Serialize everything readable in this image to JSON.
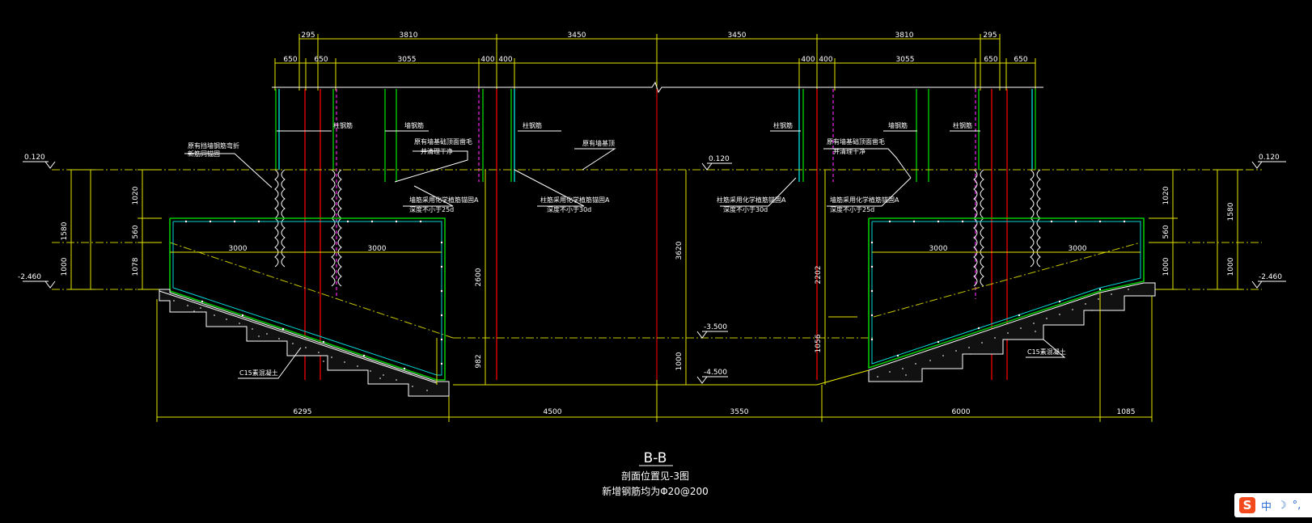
{
  "colors": {
    "yellow": "#e6e600",
    "green": "#00c800",
    "cyan": "#00d7d7",
    "red": "#e00000",
    "magenta": "#d020d0",
    "white": "#ffffff",
    "chain": "#c8c800"
  },
  "top_dims_row1": [
    "295",
    "3810",
    "3450",
    "3450",
    "3810",
    "295"
  ],
  "top_dims_row2": [
    "650",
    "650",
    "3055",
    "400",
    "400",
    "400",
    "400",
    "3055",
    "650",
    "650"
  ],
  "bottom_dims": [
    "6295",
    "4500",
    "3550",
    "6000",
    "1085"
  ],
  "levels": {
    "left_top": "0.120",
    "left_bottom": "-2.460",
    "right_top": "0.120",
    "right_bottom": "-2.460",
    "center_top": "0.120",
    "center_mid": "-3.500",
    "center_low": "-4.500"
  },
  "left_vertical_dims": [
    "1580",
    "1020",
    "560",
    "1000",
    "1078"
  ],
  "right_vertical_dims": [
    "1580",
    "1020",
    "560",
    "1000",
    "1000"
  ],
  "inner_dims": {
    "left_3000a": "3000",
    "left_3000b": "3000",
    "right_3000a": "3000",
    "right_3000b": "3000",
    "h2600": "2600",
    "h982": "982",
    "h3620": "3620",
    "h1000": "1000",
    "h2202": "2202",
    "h1056": "1056"
  },
  "labels": {
    "left_anchor_note_1": "原有挡墙钢筋弯折",
    "left_anchor_note_2": "新筋同锚固",
    "left_rebar": "柱钢筋",
    "left_wall_rebar": "墙钢筋",
    "left_plant_1": "原有墙基础顶面凿毛",
    "left_plant_2": "并清理干净",
    "left_rebar_b": "柱钢筋",
    "center_note": "原有墙基顶",
    "left_chem_1": "墙筋采用化学植筋锚固A",
    "left_chem_2": "深度不小于25d",
    "left_chem_3": "柱筋采用化学植筋锚固A",
    "left_chem_4": "深度不小于30d",
    "left_c15": "C15素混凝土",
    "right_rebar_a": "柱钢筋",
    "right_plant_1": "原有墙基础顶面凿毛",
    "right_plant_2": "并清理干净",
    "right_wall_rebar": "墙钢筋",
    "right_rebar_b": "柱钢筋",
    "right_chem_1": "柱筋采用化学植筋锚固A",
    "right_chem_2": "深度不小于30d",
    "right_chem_3": "墙筋采用化学植筋锚固A",
    "right_chem_4": "深度不小于25d",
    "right_c15": "C15素混凝土"
  },
  "title": "B-B",
  "subtitle_1": "剖面位置见-3图",
  "subtitle_2": "新增钢筋均为Φ20@200",
  "ime": {
    "logo": "S",
    "lang": "中",
    "moon": "☽",
    "dot": "°,"
  }
}
